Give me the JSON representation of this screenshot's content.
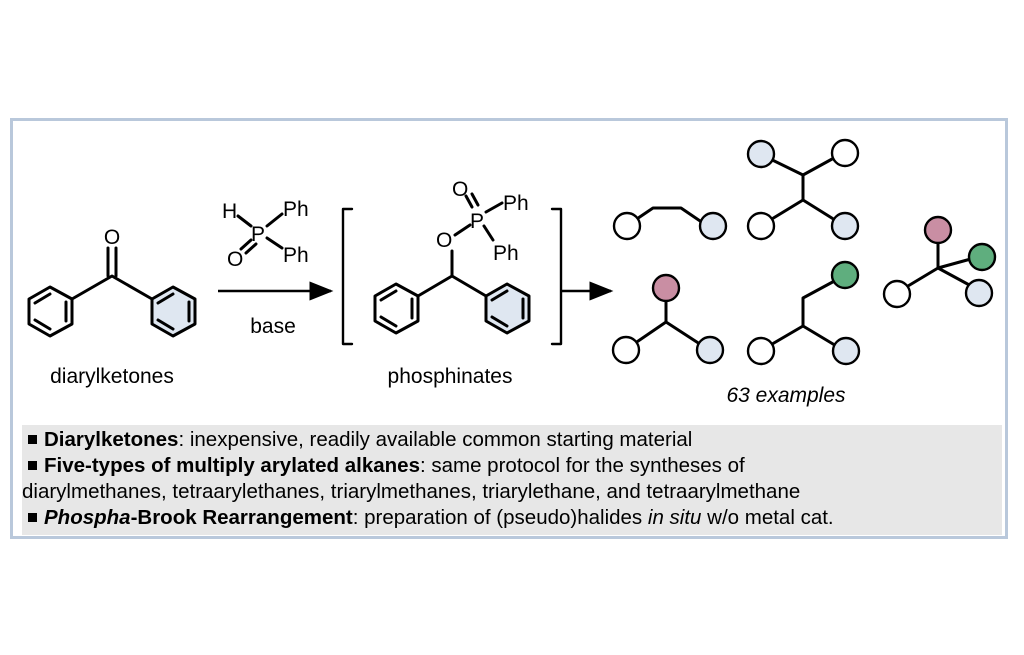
{
  "colors": {
    "frame_border": "#b9c8db",
    "note_background": "#e7e7e7",
    "aryl_blue": "#dfe7f1",
    "aryl_pink": "#c98ea3",
    "aryl_green": "#5fae7e",
    "aryl_white": "#ffffff"
  },
  "scheme": {
    "ketone": {
      "oxygen": "O",
      "label": "diarylketones"
    },
    "reagent": {
      "h": "H",
      "p": "P",
      "o": "O",
      "ph_top": "Ph",
      "ph_bottom": "Ph",
      "condition": "base"
    },
    "intermediate": {
      "o_top": "O",
      "p": "P",
      "o_link": "O",
      "ph_top": "Ph",
      "ph_bottom": "Ph",
      "label": "phosphinates"
    },
    "products": {
      "label": "63 examples"
    }
  },
  "notes": [
    {
      "bold": "Diarylketones",
      "text": ": inexpensive, readily available common starting material"
    },
    {
      "bold": "Five-types of multiply arylated alkanes",
      "text": ": same protocol for the syntheses of",
      "continuation": "diarylmethanes, tetraarylethanes, triarylmethanes, triarylethane, and tetraarylmethane"
    },
    {
      "bold_italic": "Phospha",
      "bold": "-Brook Rearrangement",
      "text_before": ": preparation of (pseudo)halides ",
      "italic": "in situ",
      "text_after": " w/o metal cat."
    }
  ]
}
